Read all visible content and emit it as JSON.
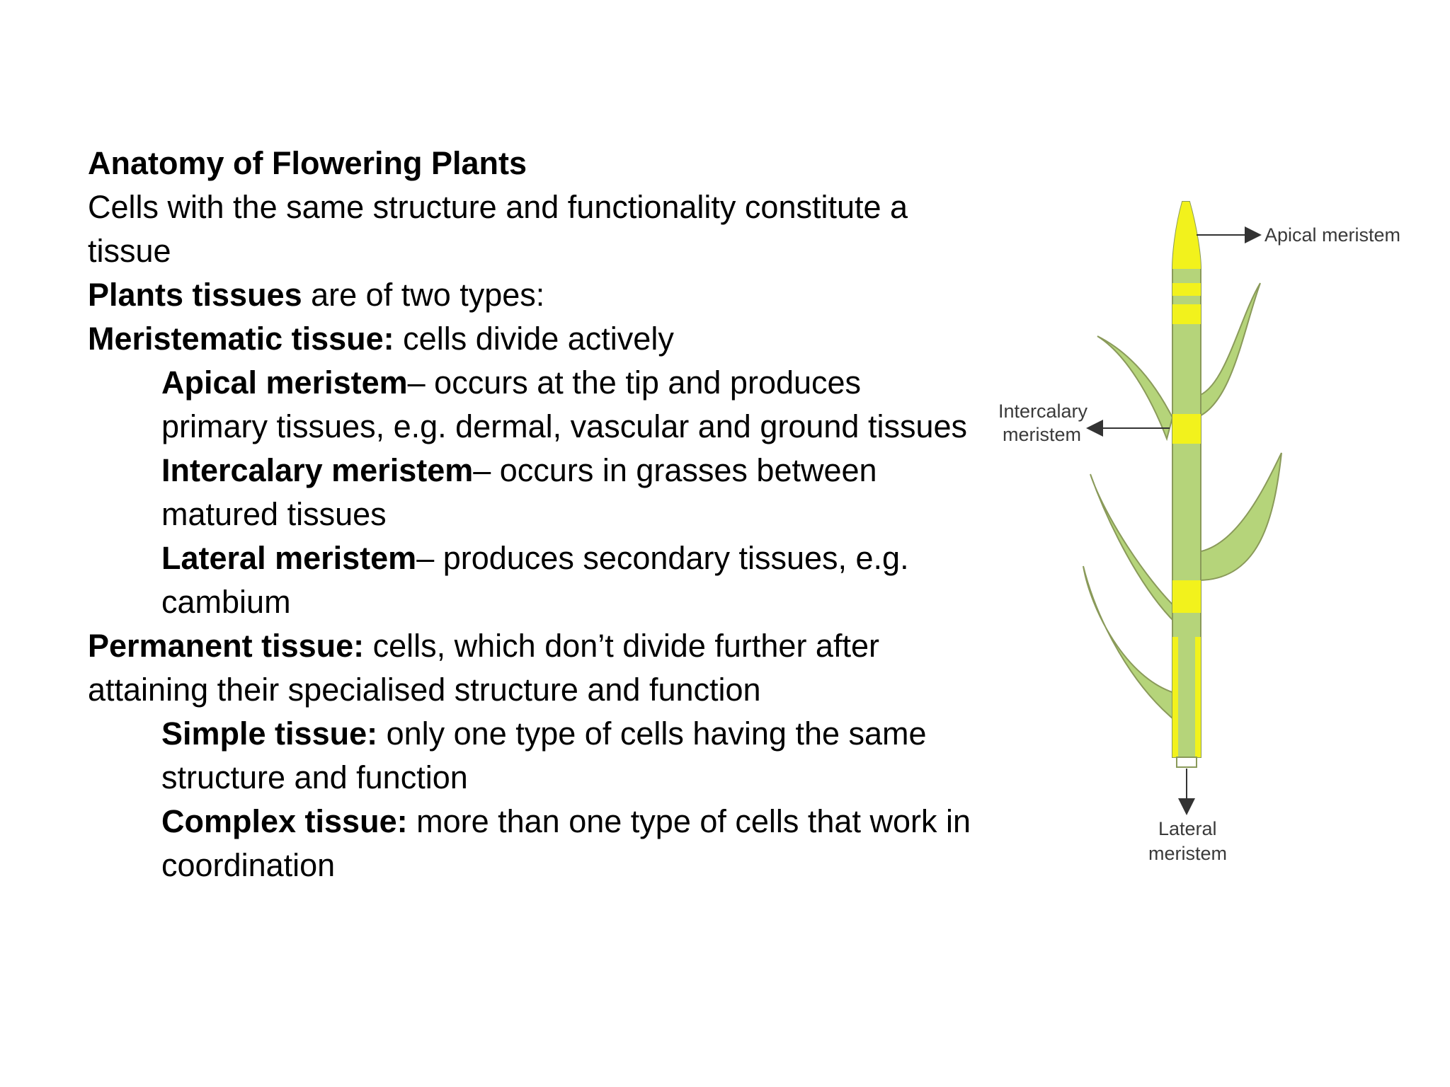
{
  "title": "Anatomy of Flowering Plants",
  "lines": {
    "intro": "Cells with the same structure and functionality constitute a tissue",
    "types_term": "Plants tissues",
    "types_rest": " are of two types:",
    "meristematic_term": "Meristematic tissue:",
    "meristematic_rest": " cells divide actively",
    "apical_term": "Apical meristem",
    "apical_rest": "– occurs at the tip and produces primary tissues, e.g. dermal, vascular and ground tissues",
    "intercalary_term": "Intercalary meristem",
    "intercalary_rest": "– occurs in grasses between matured tissues",
    "lateral_term": "Lateral meristem",
    "lateral_rest": "– produces secondary tissues, e.g. cambium",
    "permanent_term": "Permanent tissue:",
    "permanent_rest": " cells, which don’t divide further after attaining their specialised structure and function",
    "simple_term": "Simple tissue:",
    "simple_rest": " only one type of cells having the same structure and function",
    "complex_term": "Complex tissue:",
    "complex_rest": " more than one type of cells that work in coordination"
  },
  "diagram": {
    "label_apical": "Apical meristem",
    "label_intercalary_1": "Intercalary",
    "label_intercalary_2": "meristem",
    "label_lateral_1": "Lateral",
    "label_lateral_2": "meristem",
    "colors": {
      "stem": "#b5d47a",
      "meristem": "#f2f21c",
      "outline": "#8a9a5a",
      "arrow": "#333333"
    }
  }
}
